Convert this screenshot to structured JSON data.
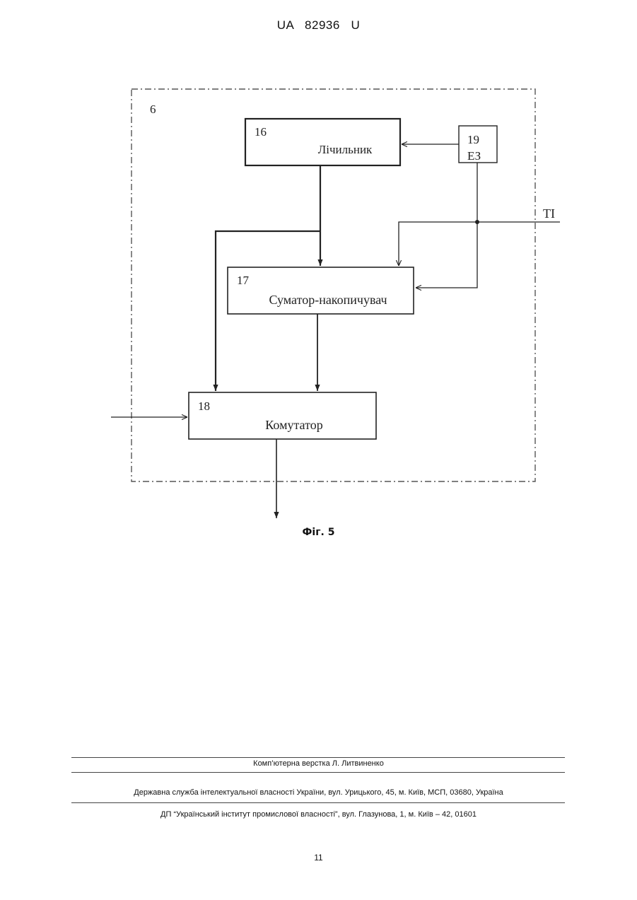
{
  "header": {
    "doc_number": "UA   82936   U"
  },
  "diagram": {
    "outer_block_label": "6",
    "blocks": [
      {
        "number": "16",
        "name": "Лічильник"
      },
      {
        "number": "17",
        "name": "Суматор-накопичувач"
      },
      {
        "number": "18",
        "name": "Комутатор"
      },
      {
        "number": "19",
        "name": "ЕЗ"
      }
    ],
    "input_signal": "TI"
  },
  "caption": "Фіг. 5",
  "footer": {
    "layout_credit": "Комп’ютерна верстка Л. Литвиненко",
    "agency": "Державна служба інтелектуальної власності України, вул. Урицького, 45, м. Київ, МСП, 03680, Україна",
    "institute": "ДП “Український інститут промислової власності”, вул. Глазунова, 1, м. Київ – 42, 01601"
  },
  "page_number": "11"
}
